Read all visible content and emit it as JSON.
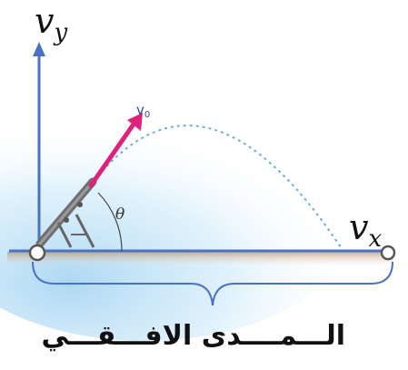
{
  "diagram": {
    "y_axis_label": {
      "base": "v",
      "sub": "y"
    },
    "x_axis_label": {
      "base": "v",
      "sub": "x"
    },
    "velocity_label": {
      "base": "v",
      "sub": "0"
    },
    "angle_label": "θ",
    "caption": "الـــمــــدى الافـــقـــي"
  },
  "colors": {
    "axis": "#4a72c4",
    "velocity_arrow": "#e0207a",
    "trajectory": "#6ab3d6",
    "brace": "#4a72c4",
    "ground": "#c9a98a",
    "sky_glow": "#bfe0f5"
  }
}
